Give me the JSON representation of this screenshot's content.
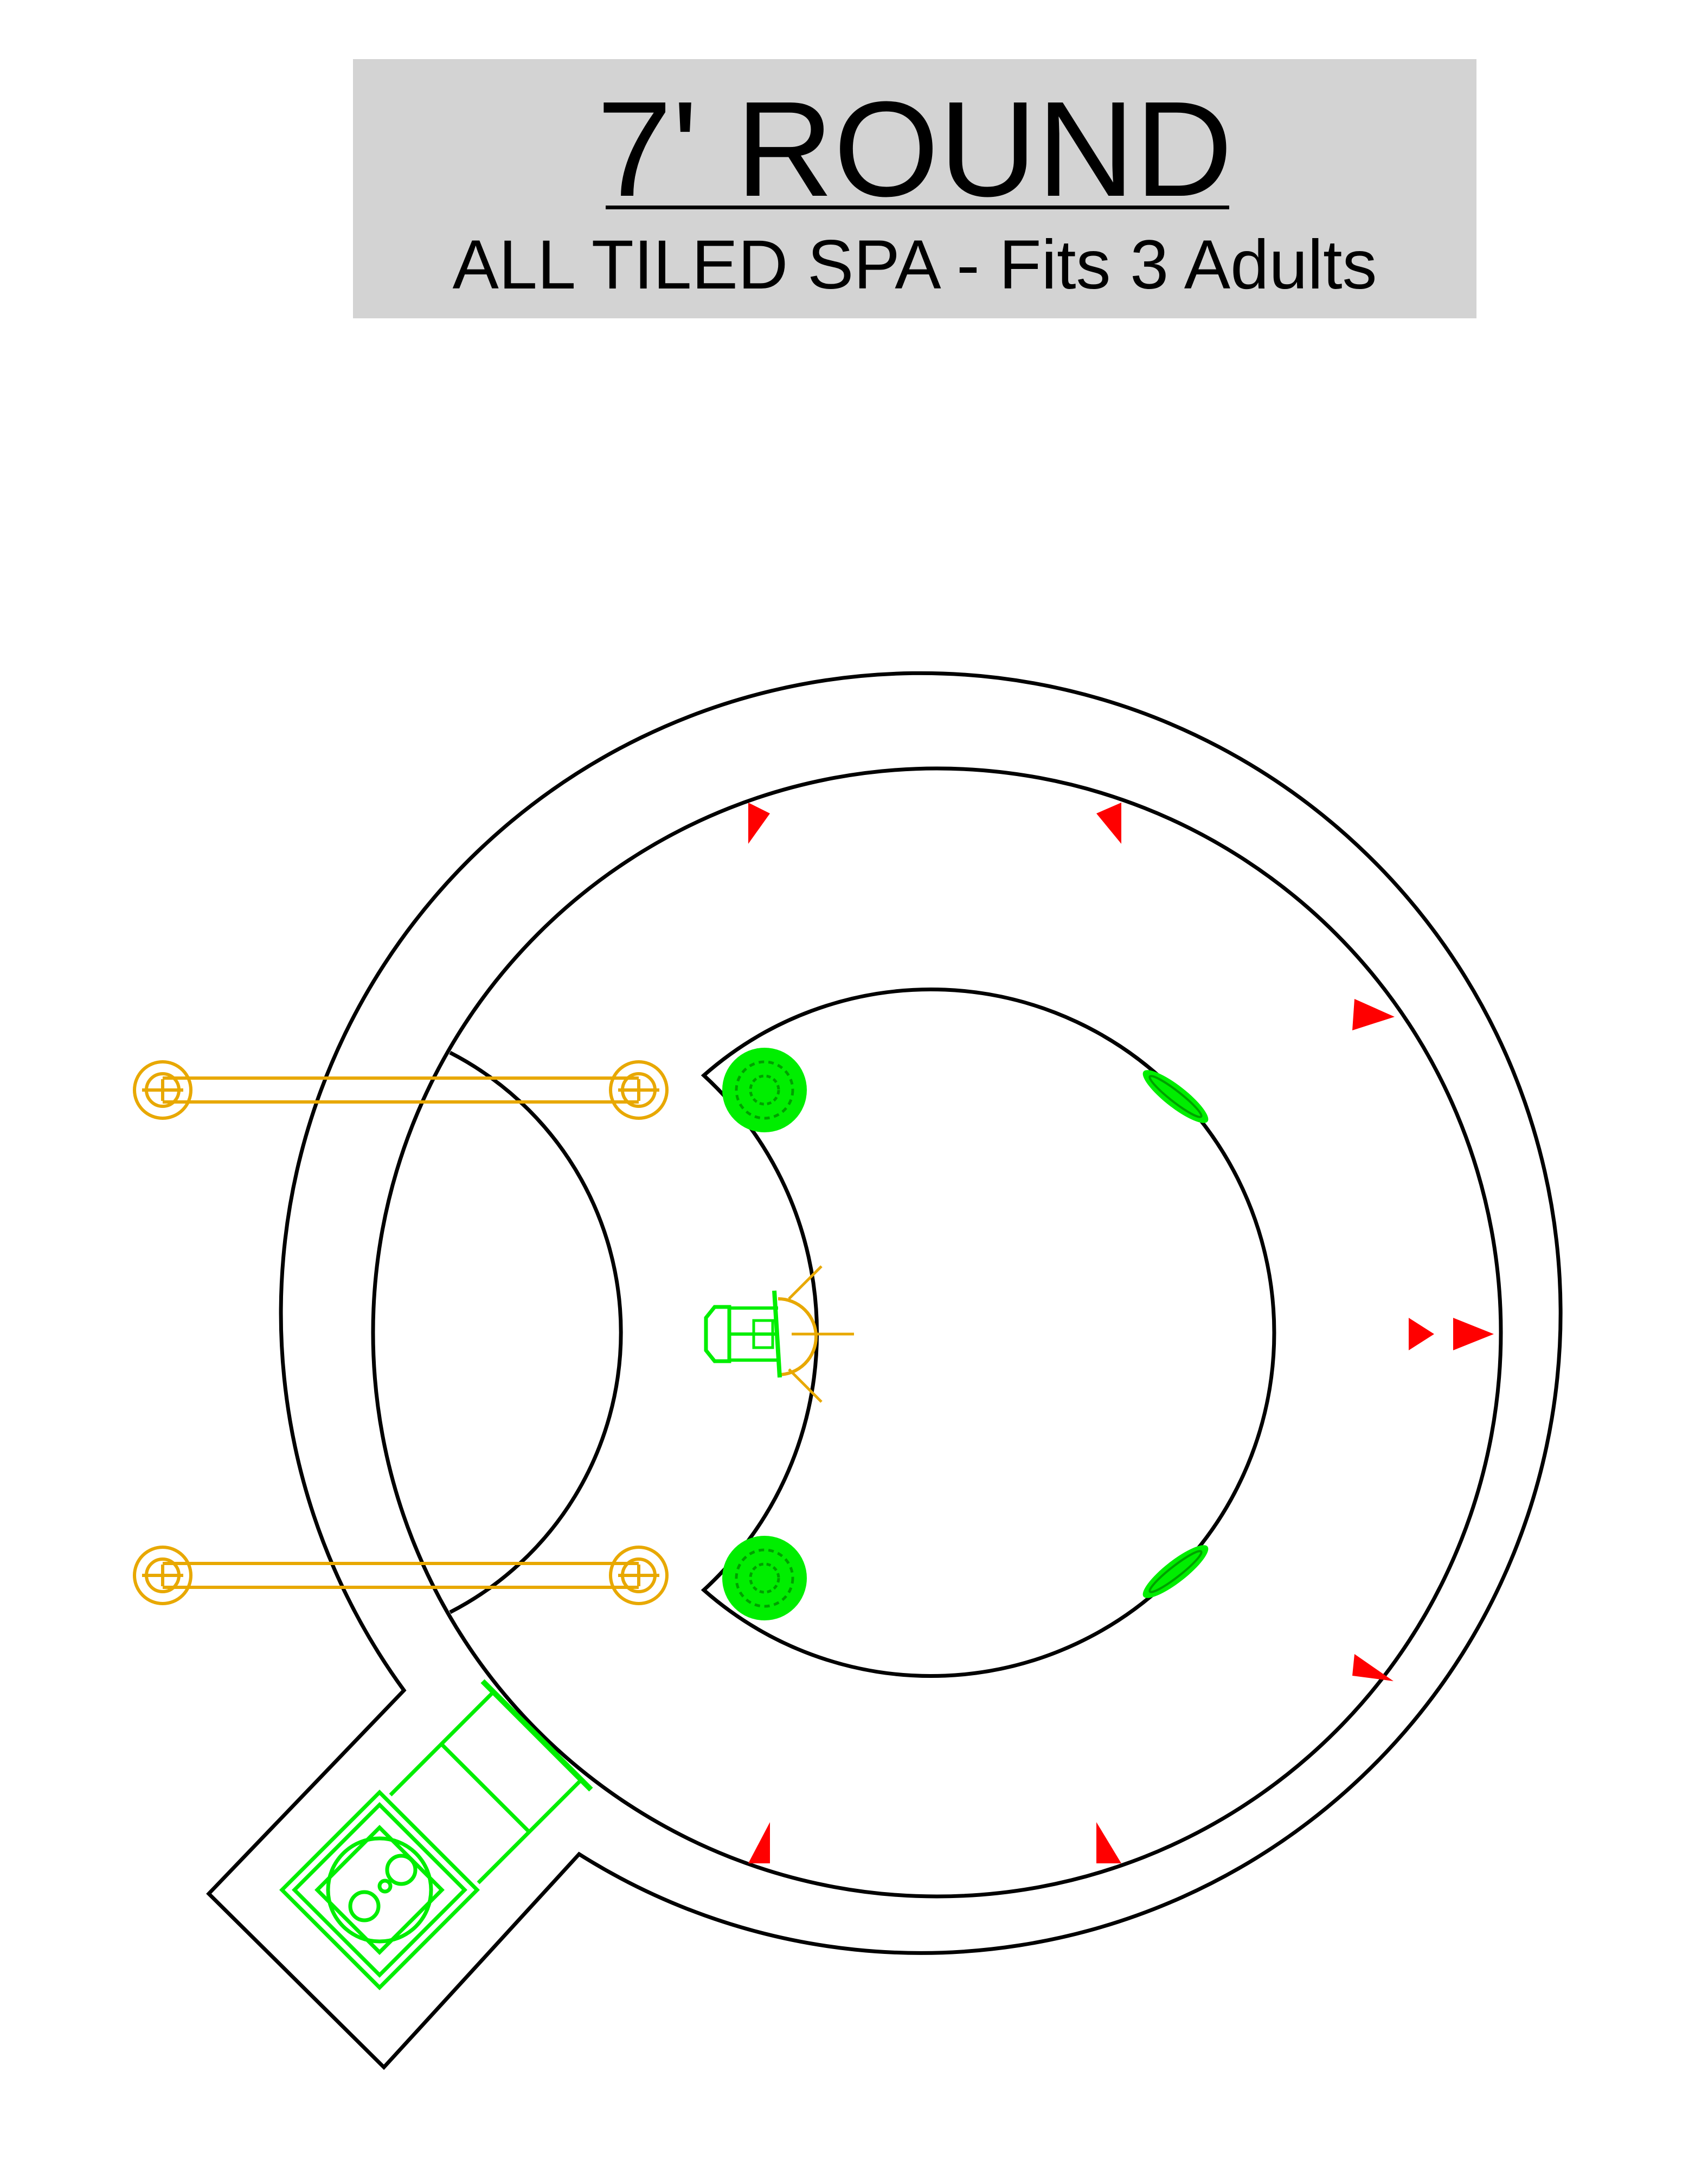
{
  "header": {
    "title": "7' ROUND",
    "subtitle": "ALL TILED SPA - Fits 3 Adults"
  },
  "colors": {
    "outline": "#000000",
    "jets": "#ff0000",
    "fittings": "#00ee00",
    "handrails_light": "#e8a800",
    "title_background": "#d3d3d3"
  },
  "icons": {
    "jet": "red-triangle",
    "drain": "green-circle-grate",
    "return_fitting": "green-oval",
    "light": "spa-light-with-rays",
    "handrail": "grab-rail",
    "equipment": "skimmer-box"
  }
}
